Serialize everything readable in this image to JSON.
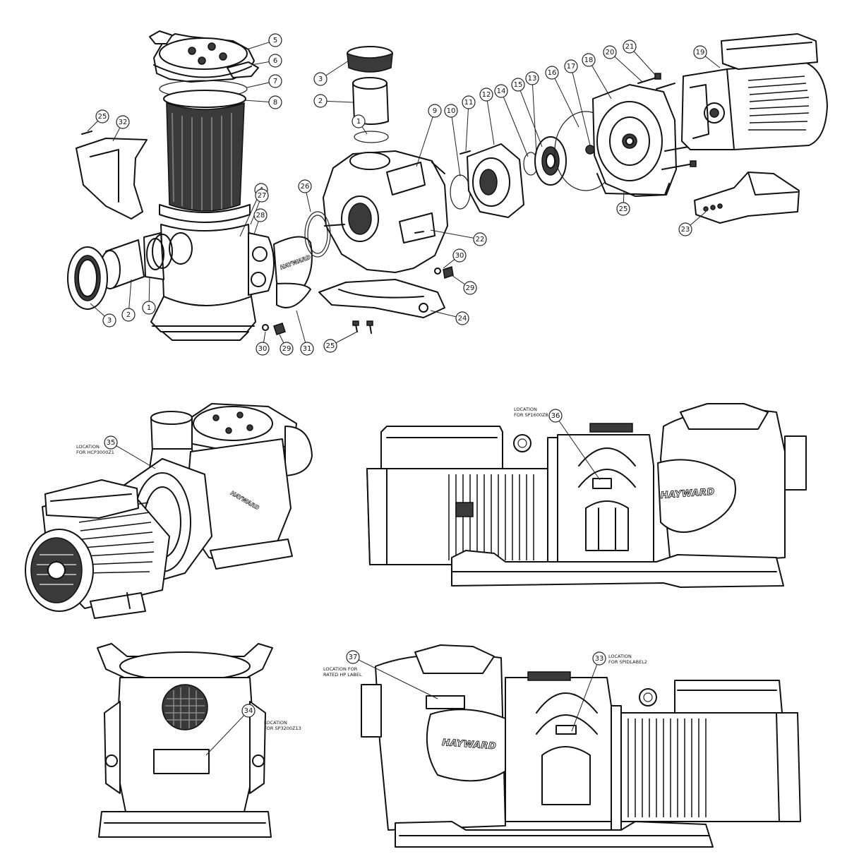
{
  "callouts": [
    {
      "num": "1"
    },
    {
      "num": "1"
    },
    {
      "num": "2"
    },
    {
      "num": "2"
    },
    {
      "num": "3"
    },
    {
      "num": "3"
    },
    {
      "num": "4"
    },
    {
      "num": "5"
    },
    {
      "num": "6"
    },
    {
      "num": "7"
    },
    {
      "num": "8"
    },
    {
      "num": "9"
    },
    {
      "num": "10"
    },
    {
      "num": "11"
    },
    {
      "num": "12"
    },
    {
      "num": "13"
    },
    {
      "num": "14"
    },
    {
      "num": "15"
    },
    {
      "num": "16"
    },
    {
      "num": "17"
    },
    {
      "num": "18"
    },
    {
      "num": "19"
    },
    {
      "num": "20"
    },
    {
      "num": "21"
    },
    {
      "num": "22"
    },
    {
      "num": "23"
    },
    {
      "num": "24"
    },
    {
      "num": "25"
    },
    {
      "num": "25"
    },
    {
      "num": "25"
    },
    {
      "num": "26"
    },
    {
      "num": "27"
    },
    {
      "num": "28"
    },
    {
      "num": "29"
    },
    {
      "num": "29"
    },
    {
      "num": "30"
    },
    {
      "num": "30"
    },
    {
      "num": "31"
    },
    {
      "num": "32"
    },
    {
      "num": "33"
    },
    {
      "num": "34"
    },
    {
      "num": "35"
    },
    {
      "num": "36"
    },
    {
      "num": "37"
    }
  ],
  "notes": {
    "hcp_line1": "LOCATION",
    "hcp_line2": "FOR HCP3000Z1",
    "sp1600_line1": "LOCATION",
    "sp1600_line2": "FOR SP1600Z8",
    "sp3200_line1": "LOCATION",
    "sp3200_line2": "FOR SP3200Z13",
    "hp_line1": "LOCATION FOR",
    "hp_line2": "RATED HP LABEL",
    "spid_line1": "LOCATION",
    "spid_line2": "FOR SPIDLABEL2"
  },
  "brand": {
    "name": "HAYWARD"
  }
}
